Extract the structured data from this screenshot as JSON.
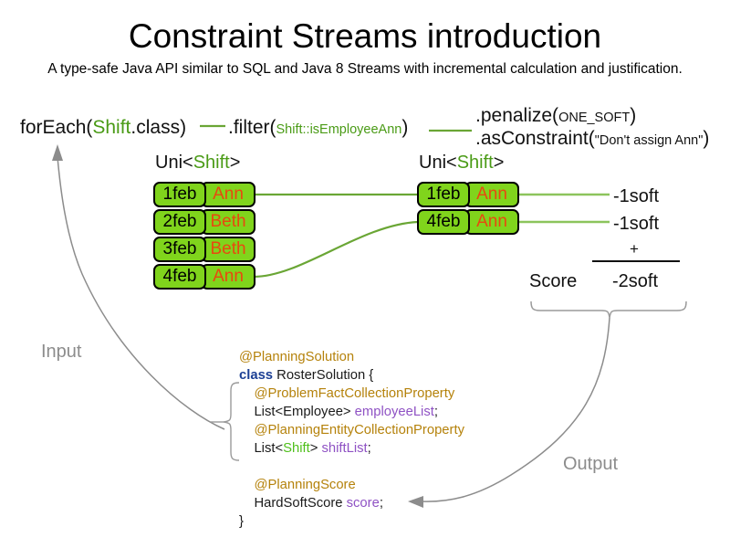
{
  "header": {
    "title": "Constraint Streams introduction",
    "subtitle": "A type-safe Java API similar to SQL and Java 8 Streams with incremental calculation and justification."
  },
  "pipeline": {
    "foreach": {
      "prefix": "forEach(",
      "type": "Shift",
      "suffix": ".class)"
    },
    "filter": {
      "prefix": ".filter(",
      "arg": "Shift::isEmployeeAnn",
      "suffix": ")"
    },
    "penalize": {
      "prefix": ".penalize(",
      "arg": "ONE_SOFT",
      "suffix": ")"
    },
    "asconstraint": {
      "prefix": ".asConstraint(",
      "arg": "\"Don't assign Ann\"",
      "suffix": ")"
    }
  },
  "streams": {
    "left": {
      "label_prefix": "Uni<",
      "label_type": "Shift",
      "label_suffix": ">",
      "rows": [
        {
          "date": "1feb",
          "employee": "Ann"
        },
        {
          "date": "2feb",
          "employee": "Beth"
        },
        {
          "date": "3feb",
          "employee": "Beth"
        },
        {
          "date": "4feb",
          "employee": "Ann"
        }
      ]
    },
    "right": {
      "label_prefix": "Uni<",
      "label_type": "Shift",
      "label_suffix": ">",
      "rows": [
        {
          "date": "1feb",
          "employee": "Ann",
          "penalty": "-1soft"
        },
        {
          "date": "4feb",
          "employee": "Ann",
          "penalty": "-1soft"
        }
      ]
    }
  },
  "score": {
    "word": "Score",
    "operator": "+",
    "total": "-2soft"
  },
  "flow": {
    "input_label": "Input",
    "output_label": "Output"
  },
  "code": {
    "lines": [
      {
        "indent": 0,
        "parts": [
          {
            "text": "@PlanningSolution",
            "style": "ann"
          }
        ]
      },
      {
        "indent": 0,
        "parts": [
          {
            "text": "class",
            "style": "kw"
          },
          {
            "text": " RosterSolution {",
            "style": "plain"
          }
        ]
      },
      {
        "indent": 1,
        "parts": [
          {
            "text": "@ProblemFactCollectionProperty",
            "style": "ann"
          }
        ]
      },
      {
        "indent": 1,
        "parts": [
          {
            "text": "List<Employee> ",
            "style": "plain"
          },
          {
            "text": "employeeList",
            "style": "fld"
          },
          {
            "text": ";",
            "style": "plain"
          }
        ]
      },
      {
        "indent": 1,
        "parts": [
          {
            "text": "@PlanningEntityCollectionProperty",
            "style": "ann"
          }
        ]
      },
      {
        "indent": 1,
        "parts": [
          {
            "text": "List<",
            "style": "plain"
          },
          {
            "text": "Shift",
            "style": "gshift"
          },
          {
            "text": "> ",
            "style": "plain"
          },
          {
            "text": "shiftList",
            "style": "fld"
          },
          {
            "text": ";",
            "style": "plain"
          }
        ]
      },
      {
        "indent": 0,
        "parts": [
          {
            "text": " ",
            "style": "plain"
          }
        ]
      },
      {
        "indent": 1,
        "parts": [
          {
            "text": "@PlanningScore",
            "style": "ann"
          }
        ]
      },
      {
        "indent": 1,
        "parts": [
          {
            "text": "HardSoftScore ",
            "style": "plain"
          },
          {
            "text": "score",
            "style": "fld"
          },
          {
            "text": ";",
            "style": "plain"
          }
        ]
      },
      {
        "indent": 0,
        "parts": [
          {
            "text": "}",
            "style": "plain"
          }
        ]
      }
    ]
  },
  "colors": {
    "tuple_fill": "#80d41c",
    "tuple_border": "#000000",
    "employee_text": "#e8490f",
    "connector_green": "#6aa635",
    "type_green": "#4a9b16",
    "annotation_orange": "#b5820b",
    "keyword_blue": "#1b3f94",
    "field_purple": "#8f52c4",
    "flow_gray": "#8c8c8c"
  }
}
